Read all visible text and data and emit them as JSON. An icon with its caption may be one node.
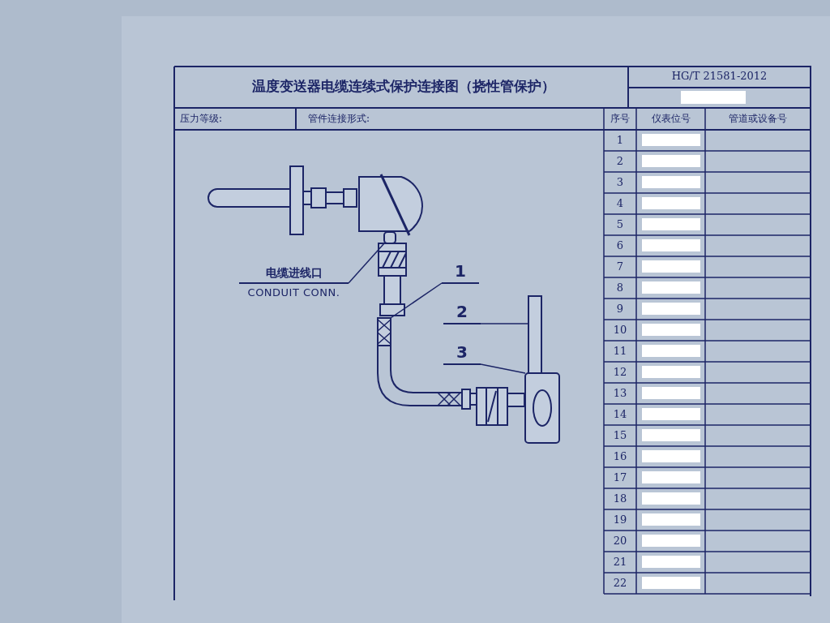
{
  "diagram": {
    "title": "温度变送器电缆连续式保护连接图（挠性管保护）",
    "nodes": [
      {
        "text": [
          "电缆进线口",
          "CONDUIT CONN."
        ]
      },
      {
        "text": [
          "1"
        ]
      },
      {
        "text": [
          "2"
        ]
      },
      {
        "text": [
          "3"
        ]
      },
      {
        "text": [],
        "shape": "box"
      },
      {
        "text": [],
        "shape": "bar"
      },
      {
        "text": [],
        "shape": "bar"
      },
      {
        "text": [],
        "shape": "box"
      }
    ],
    "edges": [
      {
        "from": 0,
        "to": 4,
        "arrow": "none"
      },
      {
        "from": 1,
        "to": 5,
        "arrow": "none"
      },
      {
        "from": 2,
        "to": 6,
        "arrow": "none"
      },
      {
        "from": 3,
        "to": 7,
        "arrow": "none"
      }
    ],
    "labels": [
      "HG/T 21581-2012",
      "压力等级:",
      "管件连接形式:",
      "序号",
      "仪表位号",
      "管道或设备号",
      "1",
      "2",
      "3",
      "4",
      "5",
      "6",
      "7",
      "8",
      "9",
      "10",
      "11",
      "12",
      "13",
      "14",
      "15",
      "16",
      "17",
      "18",
      "19",
      "20",
      "21",
      "22"
    ]
  }
}
